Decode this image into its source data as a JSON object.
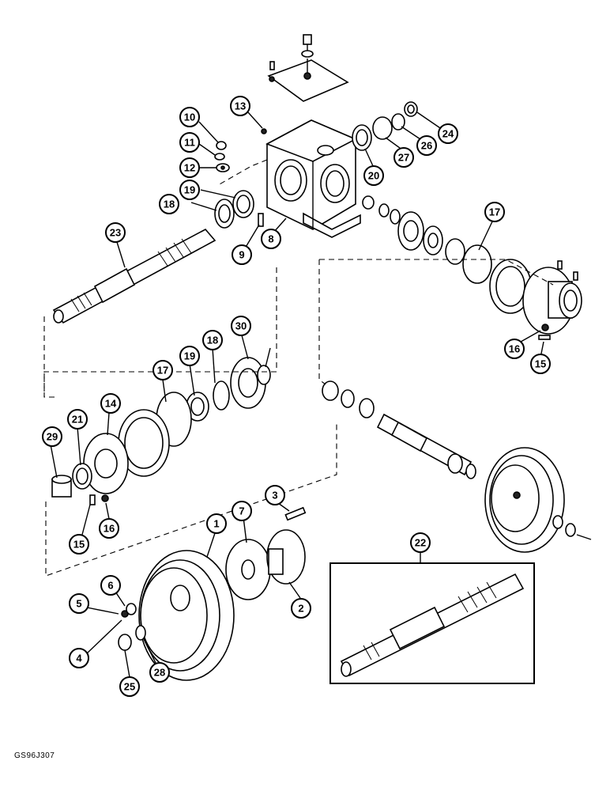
{
  "figure_code": "GS96J307",
  "callouts": [
    {
      "label": "1"
    },
    {
      "label": "2"
    },
    {
      "label": "3"
    },
    {
      "label": "4"
    },
    {
      "label": "5"
    },
    {
      "label": "6"
    },
    {
      "label": "7"
    },
    {
      "label": "8"
    },
    {
      "label": "9"
    },
    {
      "label": "10"
    },
    {
      "label": "11"
    },
    {
      "label": "12"
    },
    {
      "label": "13"
    },
    {
      "label": "14"
    },
    {
      "label": "15"
    },
    {
      "label": "15"
    },
    {
      "label": "16"
    },
    {
      "label": "16"
    },
    {
      "label": "17"
    },
    {
      "label": "17"
    },
    {
      "label": "18"
    },
    {
      "label": "18"
    },
    {
      "label": "19"
    },
    {
      "label": "19"
    },
    {
      "label": "20"
    },
    {
      "label": "21"
    },
    {
      "label": "22"
    },
    {
      "label": "23"
    },
    {
      "label": "24"
    },
    {
      "label": "25"
    },
    {
      "label": "26"
    },
    {
      "label": "27"
    },
    {
      "label": "28"
    },
    {
      "label": "29"
    },
    {
      "label": "30"
    }
  ]
}
